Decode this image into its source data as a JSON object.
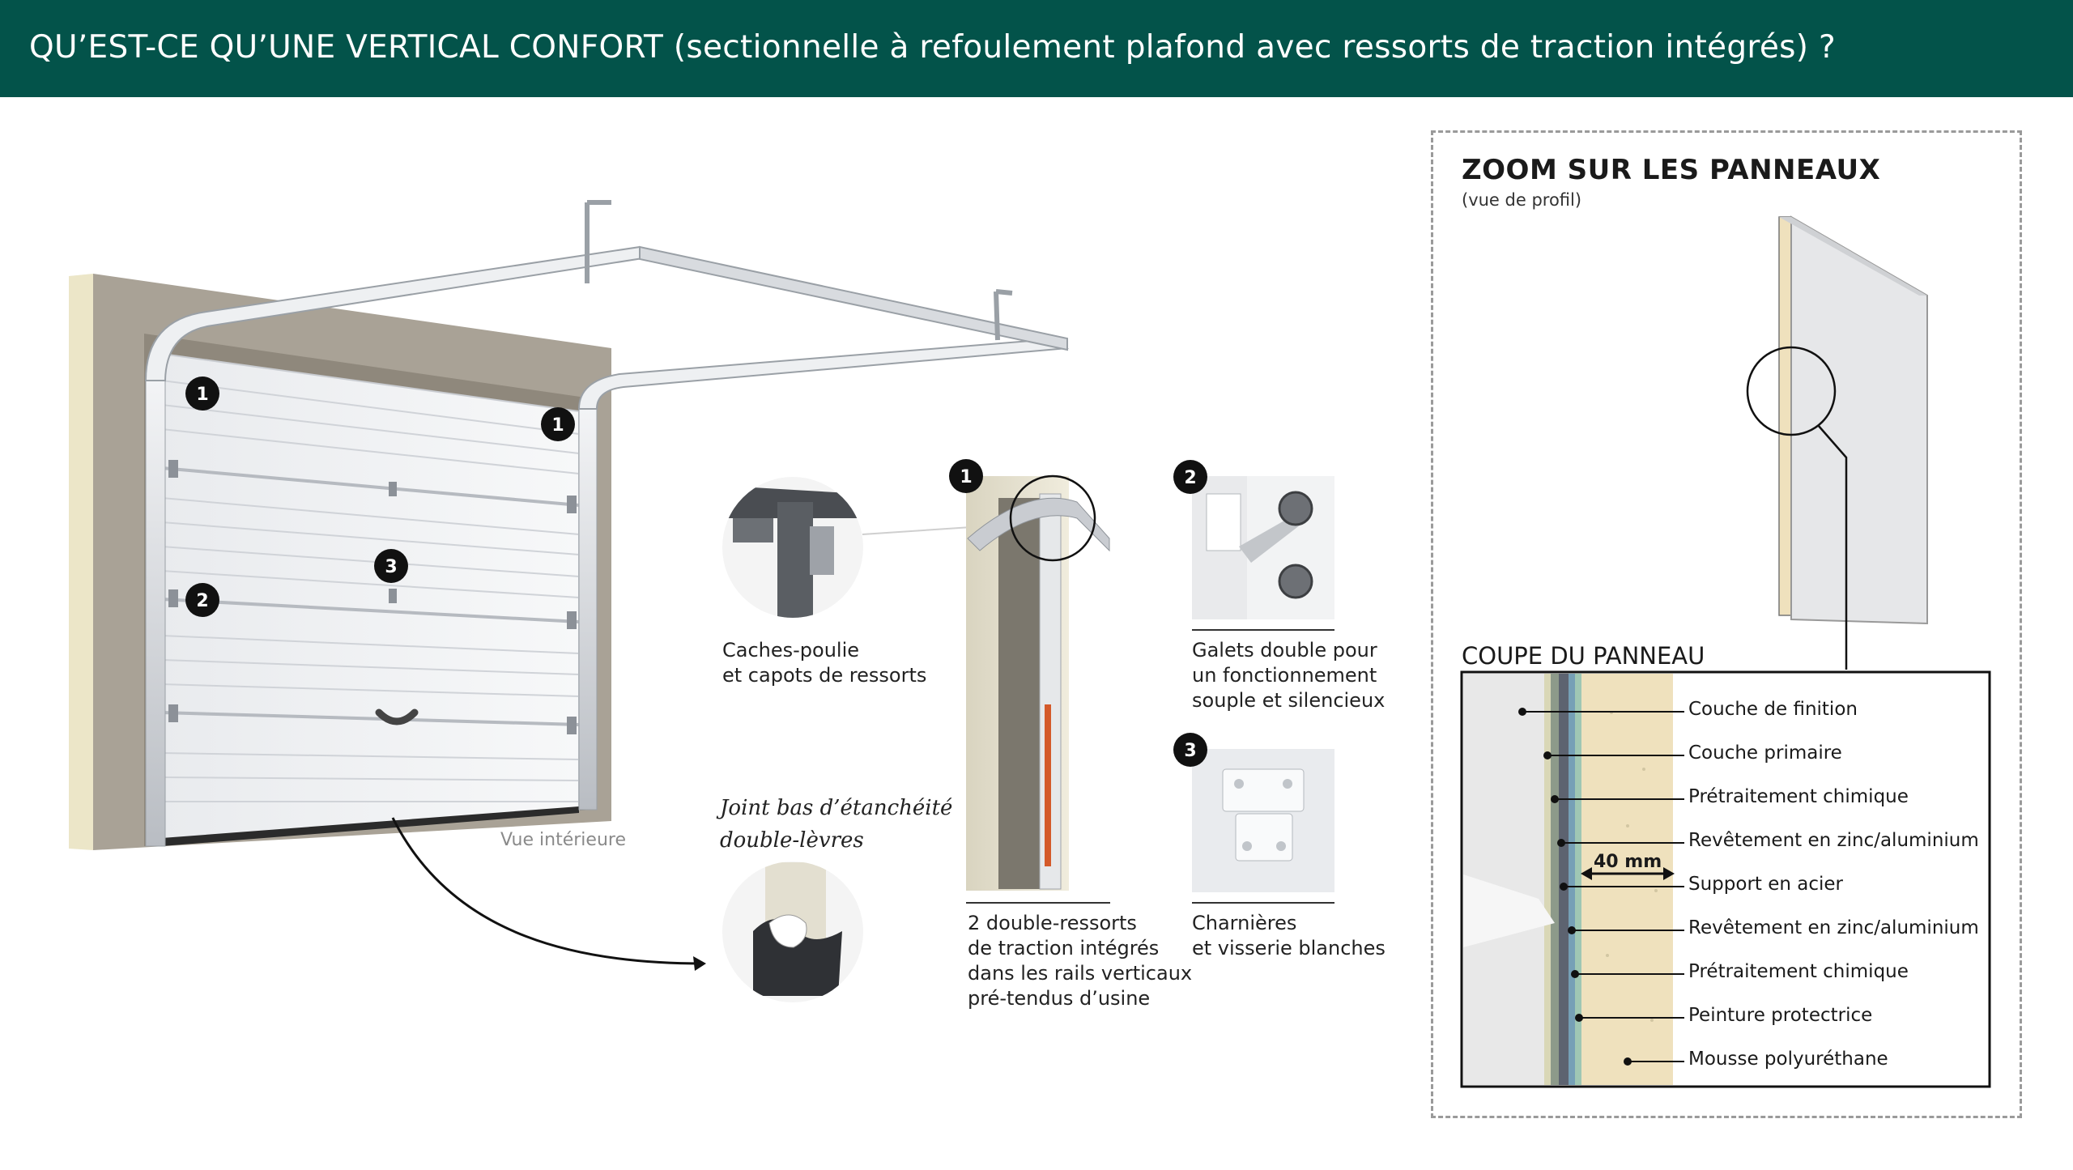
{
  "header": {
    "title": "QU’EST-CE QU’UNE VERTICAL CONFORT (sectionnelle à refoulement plafond avec ressorts de traction intégrés) ?"
  },
  "badges": {
    "one": "1",
    "two": "2",
    "three": "3"
  },
  "door_caption": "Vue intérieure",
  "callouts": {
    "pulley": [
      "Caches-poulie",
      "et capots de ressorts"
    ],
    "seal": [
      "Joint bas d’étanchéité",
      "double-lèvres"
    ],
    "springs": [
      "2 double-ressorts",
      "de traction intégrés",
      "dans les rails verticaux",
      "pré-tendus d’usine"
    ],
    "rollers": [
      "Galets double pour",
      "un fonctionnement",
      "souple et silencieux"
    ],
    "hinges": [
      "Charnières",
      "et visserie blanches"
    ]
  },
  "zoom": {
    "title": "ZOOM SUR LES PANNEAUX",
    "subtitle": "(vue de profil)",
    "section_title": "COUPE DU PANNEAU",
    "thickness": "40 mm",
    "layers": [
      "Couche de finition",
      "Couche primaire",
      "Prétraitement chimique",
      "Revêtement en zinc/aluminium",
      "Support en acier",
      "Revêtement en zinc/aluminium",
      "Prétraitement chimique",
      "Peinture protectrice",
      "Mousse polyuréthane"
    ]
  },
  "colors": {
    "header": "#03534a",
    "foam": "#efe1bd",
    "wall": "#a9a296"
  }
}
